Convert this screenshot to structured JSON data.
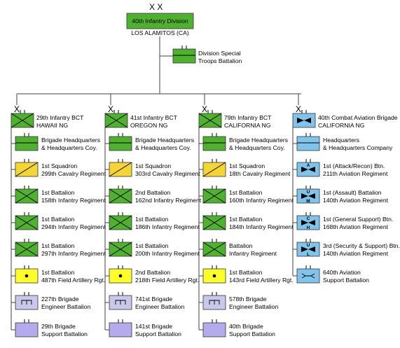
{
  "colors": {
    "infantry": "#50b030",
    "cavalry": "#f5d435",
    "artillery": "#fdfd2a",
    "engineer": "#c8c8ea",
    "support": "#b4abec",
    "aviation": "#80c4ec",
    "line": "#404040"
  },
  "division": {
    "echelon": "X X",
    "name": "40th Infantry Division",
    "location": "LOS ALAMITOS (CA)"
  },
  "special_troops": {
    "line1": "Division Special",
    "line2": "Troops Battalion"
  },
  "brigades": [
    {
      "echelon": "X",
      "line1": "29th Infantry BCT",
      "line2": "HAWAII NG",
      "icon": "infantry",
      "units": [
        {
          "icon": "hq",
          "line1": "Brigade Headquarters",
          "line2": "& Headquarters Coy."
        },
        {
          "icon": "cavalry",
          "line1": "1st Squadron",
          "line2": "299th Cavalry Regiment"
        },
        {
          "icon": "infantry",
          "line1": "1st Battalion",
          "line2": "158th Infantry Regiment"
        },
        {
          "icon": "infantry",
          "line1": "1st Battalion",
          "line2": "294th Infantry Regiment"
        },
        {
          "icon": "infantry",
          "line1": "1st Battalion",
          "line2": "297th Infantry Regiment"
        },
        {
          "icon": "artillery",
          "line1": "1st Battalion",
          "line2": "487th Field Artillery Rgt."
        },
        {
          "icon": "engineer",
          "line1": "227th Brigade",
          "line2": "Engineer Battalion"
        },
        {
          "icon": "support",
          "line1": "29th Brigade",
          "line2": "Support Battalion"
        }
      ]
    },
    {
      "echelon": "X",
      "line1": "41st Infantry BCT",
      "line2": "OREGON NG",
      "icon": "infantry",
      "units": [
        {
          "icon": "hq",
          "line1": "Brigade Headquarters",
          "line2": "& Headquarters Coy."
        },
        {
          "icon": "cavalry",
          "line1": "1st Squadron",
          "line2": "303rd Cavalry Regiment"
        },
        {
          "icon": "infantry",
          "line1": "2nd Battalion",
          "line2": "162nd Infantry Regiment"
        },
        {
          "icon": "infantry",
          "line1": "1st Battalion",
          "line2": "186th Infantry Regiment"
        },
        {
          "icon": "infantry",
          "line1": "1st Battalion",
          "line2": "200th Infantry Regiment"
        },
        {
          "icon": "artillery",
          "line1": "2nd Battalion",
          "line2": "218th Field Artillery Rgt."
        },
        {
          "icon": "engineer",
          "line1": "741st Brigade",
          "line2": "Engineer Battalion"
        },
        {
          "icon": "support",
          "line1": "141st Brigade",
          "line2": "Support Battalion"
        }
      ]
    },
    {
      "echelon": "X",
      "line1": "79th Infantry BCT",
      "line2": "CALIFORNIA NG",
      "icon": "infantry",
      "units": [
        {
          "icon": "hq",
          "line1": "Brigade Headquarters",
          "line2": "& Headquarters Coy."
        },
        {
          "icon": "cavalry",
          "line1": "1st Squadron",
          "line2": "18th Cavalry Regiment"
        },
        {
          "icon": "infantry",
          "line1": "1st Battalion",
          "line2": "160th Infantry Regiment"
        },
        {
          "icon": "infantry",
          "line1": "1st Battalion",
          "line2": "184th Infantry Regiment"
        },
        {
          "icon": "infantry",
          "line1": "Battalion",
          "line2": "Infantry Regiment"
        },
        {
          "icon": "artillery",
          "line1": "1st Battalion",
          "line2": "143rd Field Artillery Rgt."
        },
        {
          "icon": "engineer",
          "line1": "578th Brigade",
          "line2": "Engineer Battalion"
        },
        {
          "icon": "support",
          "line1": "40th Brigade",
          "line2": "Support Battalion"
        }
      ]
    },
    {
      "echelon": "X",
      "line1": "40th Combat Aviation Brigade",
      "line2": "CALIFORNIA NG",
      "icon": "aviation",
      "units": [
        {
          "icon": "aviation-hq",
          "line1": "Headquarters",
          "line2": "& Headquarters Company"
        },
        {
          "icon": "aviation",
          "letters": [
            "A"
          ],
          "line1": "1st (Attack/Recon) Btn.",
          "line2": "211th Aviation Regiment"
        },
        {
          "icon": "aviation",
          "letters": [
            "U",
            "M"
          ],
          "line1": "1st (Assault) Battalion",
          "line2": "140th Aviation Regiment"
        },
        {
          "icon": "aviation",
          "letters": [
            "C",
            "H"
          ],
          "line1": "1st (General Support) Btn.",
          "line2": "168th Aviation Regiment"
        },
        {
          "icon": "aviation",
          "letters": [
            "U",
            "L"
          ],
          "line1": "3rd (Security & Support) Btn.",
          "line2": "140th Aviation Regiment"
        },
        {
          "icon": "aviation-support",
          "line1": "640th Aviation",
          "line2": "Support Battalion"
        }
      ]
    }
  ]
}
